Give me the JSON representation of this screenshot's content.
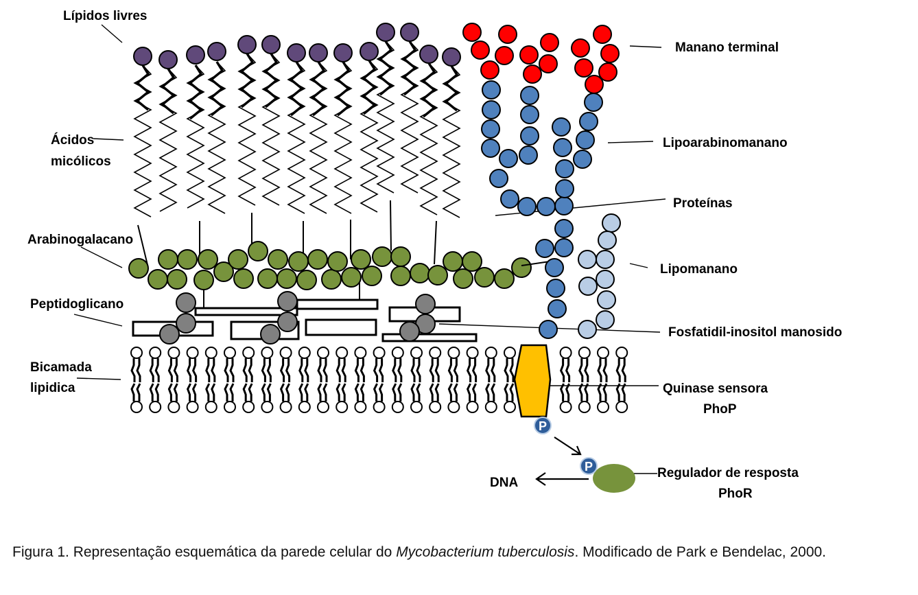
{
  "labels": {
    "lipidos_livres": "Lípidos livres",
    "acidos_1": "Ácidos",
    "acidos_2": "micólicos",
    "arabinogalacano": "Arabinogalacano",
    "peptidoglicano": "Peptidoglicano",
    "bicamada_1": "Bicamada",
    "bicamada_2": "lipidica",
    "manano_terminal": "Manano terminal",
    "lipoarabinomanano": "Lipoarabinomanano",
    "proteinas": "Proteínas",
    "lipomanano": "Lipomanano",
    "fosfatidil": "Fosfatidil-inositol manosido",
    "quinase_1": "Quinase sensora",
    "quinase_2": "PhoP",
    "regulador_1": "Regulador de resposta",
    "regulador_2": "PhoR",
    "dna": "DNA",
    "phospho_1": "P",
    "phospho_2": "P"
  },
  "caption": {
    "figure": "Figura 1",
    "text1": ". Representação esquemática da parede celular do ",
    "species": "Mycobacterium tuberculosis",
    "text2": ". Modificado de Park e Bendelac, 2000."
  },
  "colors": {
    "lipid_head": "#60497a",
    "mannan": "#ff0000",
    "arabinomannan": "#4f81bd",
    "lipomannan": "#b9cde5",
    "arabinogalactan": "#77933c",
    "peptidoglycan": "#808080",
    "kinase": "#ffc000",
    "regulator": "#77933c",
    "phosphate": "#2e5d9a"
  }
}
